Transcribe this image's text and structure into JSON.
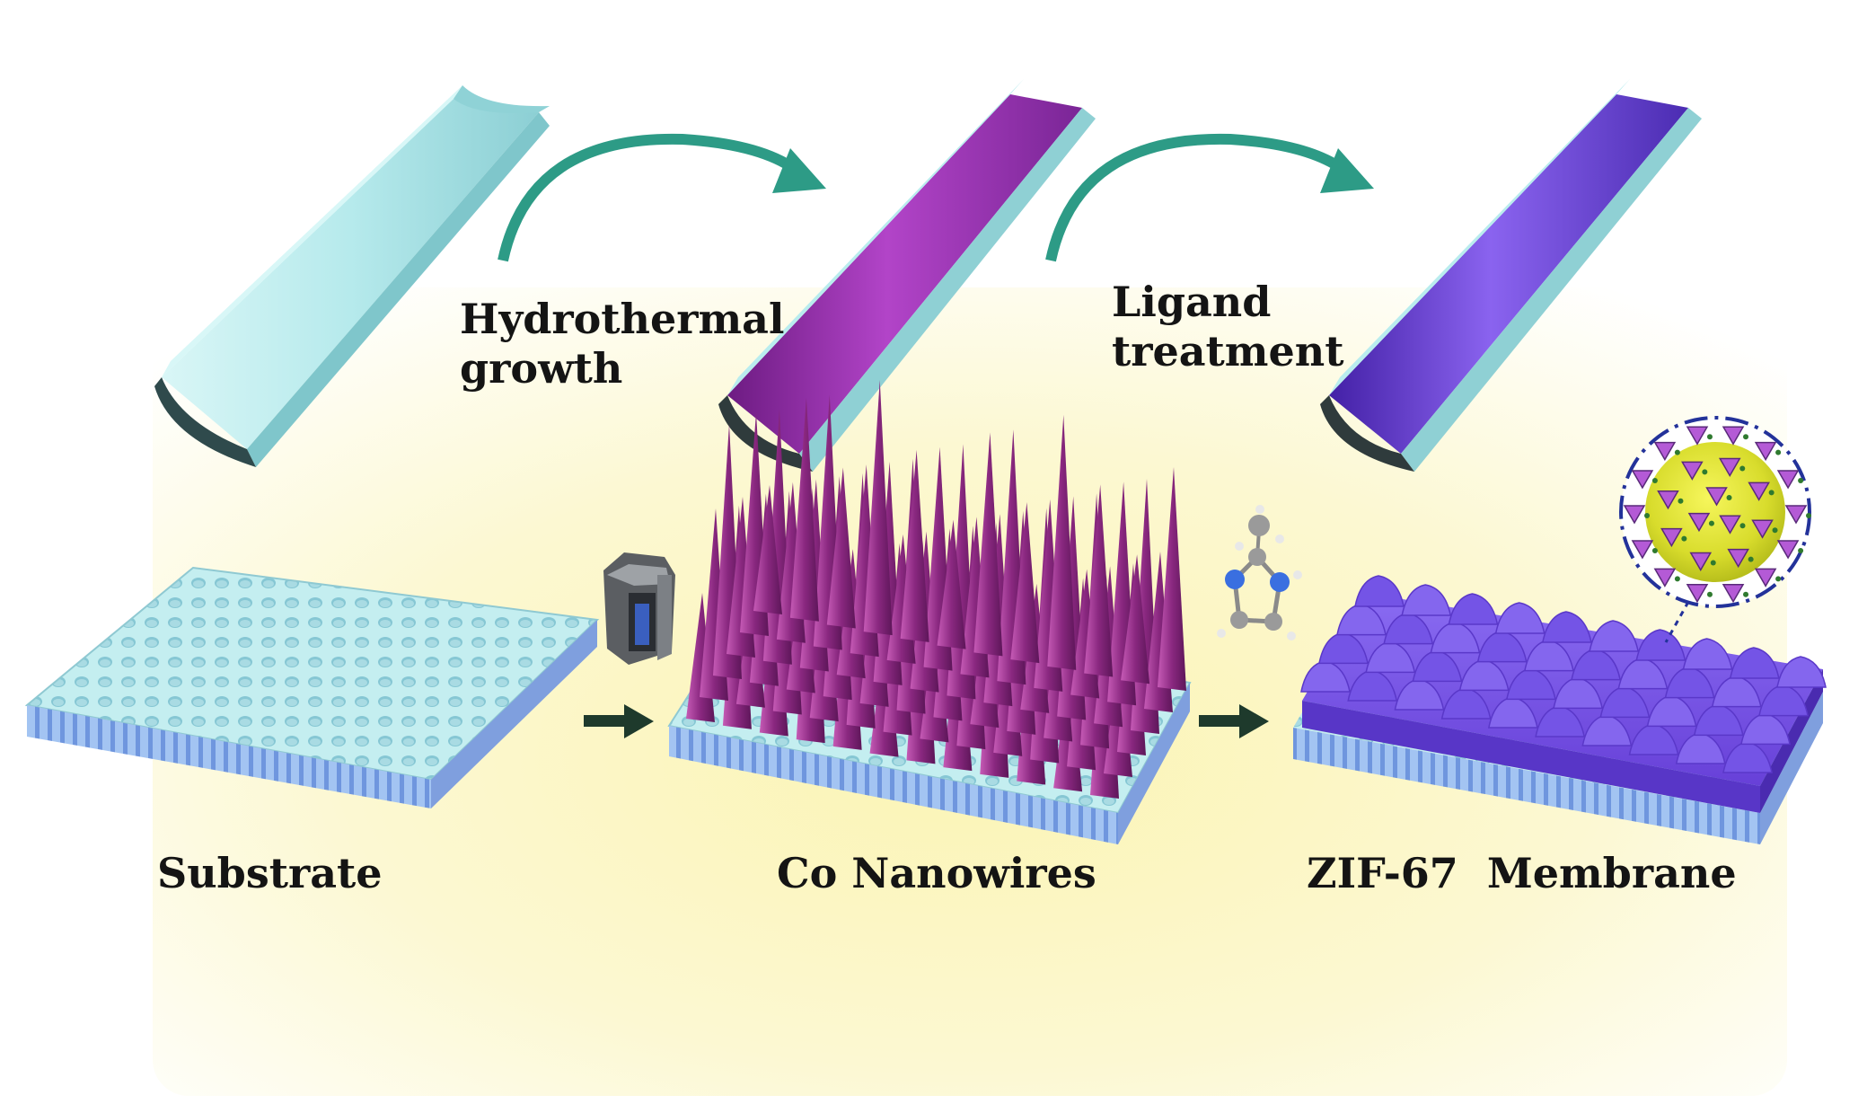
{
  "steps": [
    {
      "line1": "Hydrothermal",
      "line2": "growth"
    },
    {
      "line1": "Ligand",
      "line2": "treatment"
    }
  ],
  "stages": [
    {
      "label": "Substrate"
    },
    {
      "label": "Co Nanowires"
    },
    {
      "label": "ZIF-67  Membrane"
    }
  ],
  "colors": {
    "substrate": "#b9ecee",
    "substrate_side": "#8fb7e8",
    "nanowire": "#9b2f8e",
    "membrane": "#6a3fd6",
    "arrow_curved": "#2d9b86",
    "arrow_straight": "#1e3a2c",
    "background_glow": "#fbf7c6"
  },
  "icons": [
    "autoclave-icon",
    "2-methylimidazole-molecule-icon",
    "zif-67-cage-icon"
  ]
}
